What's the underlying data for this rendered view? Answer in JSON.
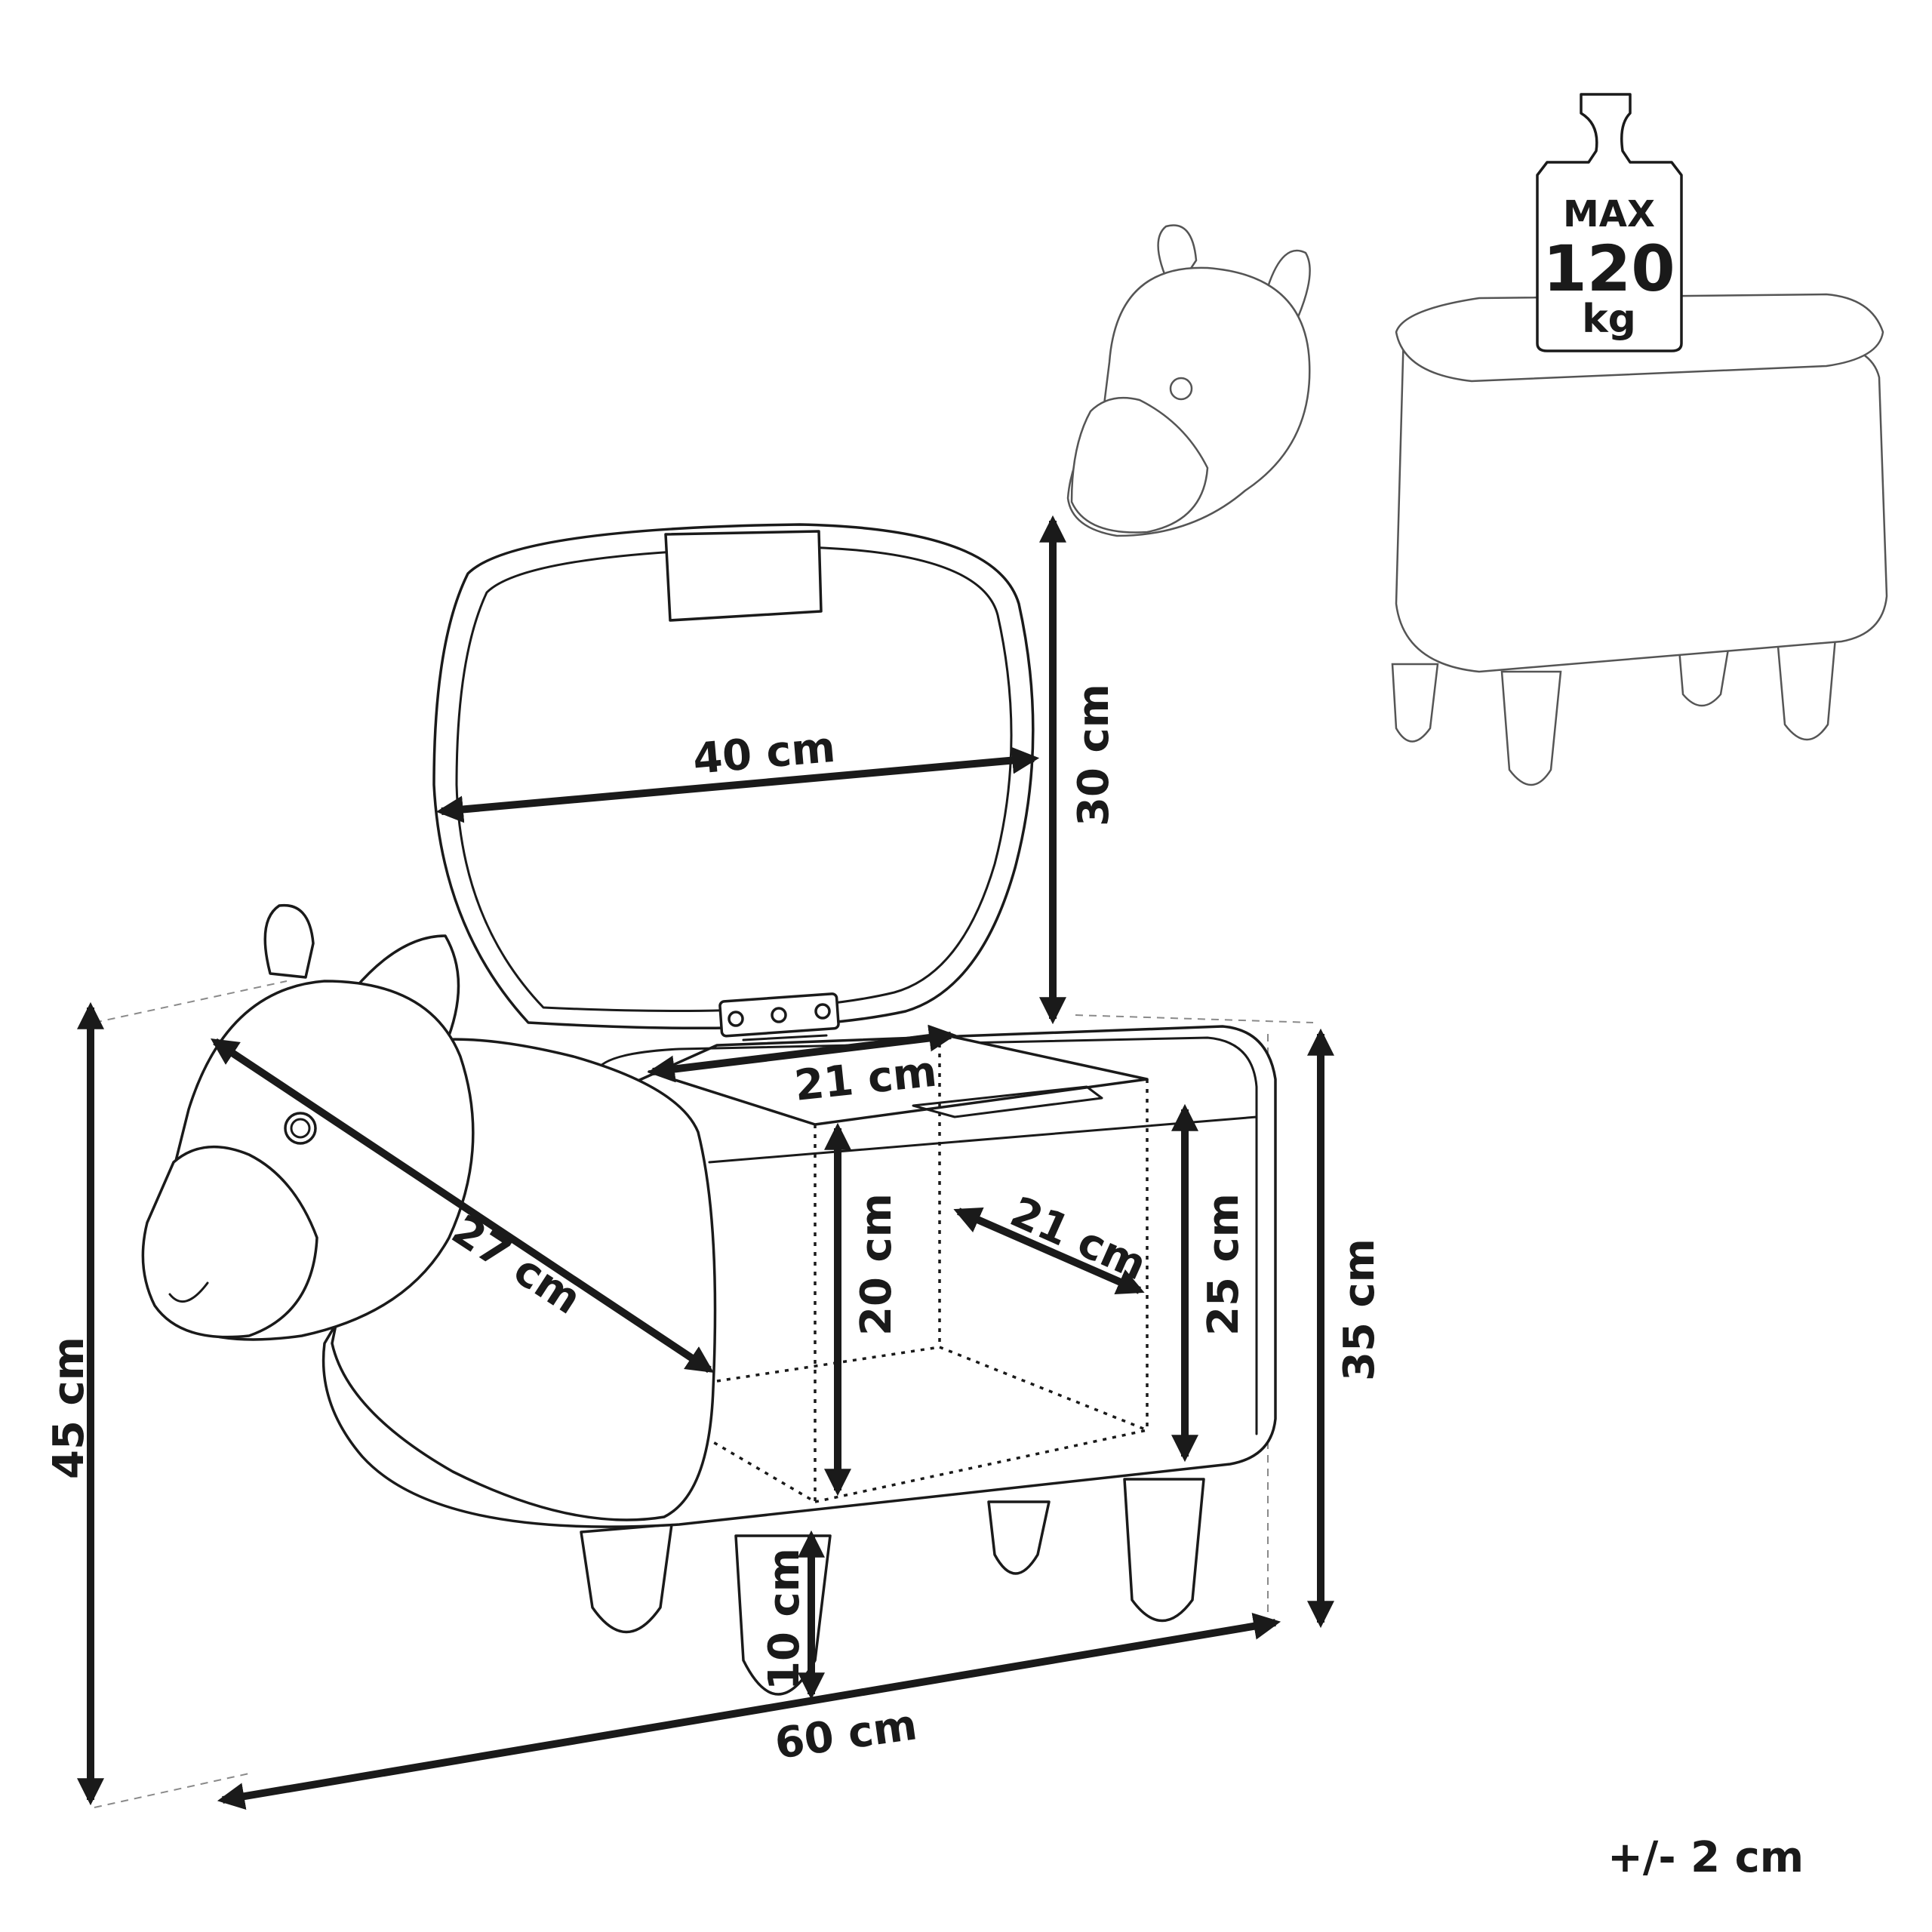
{
  "weight": {
    "max_label": "MAX",
    "value": "120",
    "unit": "kg"
  },
  "dimensions": {
    "lid_width": "40 cm",
    "lid_height": "30 cm",
    "storage_width": "21 cm",
    "storage_depth": "21 cm",
    "storage_height": "20 cm",
    "body_height": "25 cm",
    "seat_height": "35 cm",
    "total_height": "45 cm",
    "head_length": "27 cm",
    "leg_height": "10 cm",
    "total_length": "60 cm"
  },
  "tolerance": "+/- 2 cm",
  "colors": {
    "line": "#1a1a1a",
    "background": "#ffffff"
  },
  "icons": [
    "weight-icon",
    "hinge-icon",
    "arrow-icon"
  ]
}
